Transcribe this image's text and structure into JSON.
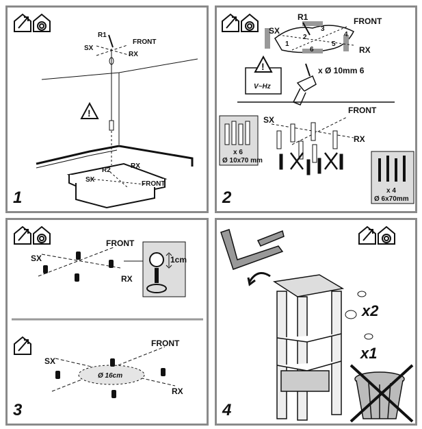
{
  "panels": [
    {
      "step": "1",
      "labels": {
        "r1": "R1",
        "sx": "SX",
        "front": "FRONT",
        "rx": "RX",
        "r2": "R2",
        "rx_low": "RX",
        "sx_low": "SX",
        "front_low": "FRONT"
      }
    },
    {
      "step": "2",
      "labels": {
        "r1": "R1",
        "sx": "SX",
        "front": "FRONT",
        "rx": "RX",
        "n1": "1",
        "n2": "2",
        "n3": "3",
        "n4": "4",
        "n5": "5",
        "n6": "6",
        "voltage": "V~Hz",
        "drill": "x Ø 10mm 6",
        "sx2": "SX",
        "front2": "FRONT",
        "rx2": "RX",
        "plugs_count": "x 6",
        "plugs_size": "Ø 10x70 mm",
        "screws_count": "x 4",
        "screws_size": "Ø 6x70mm"
      }
    },
    {
      "step": "3",
      "labels": {
        "front": "FRONT",
        "sx": "SX",
        "rx": "RX",
        "gap": "1cm",
        "front2": "FRONT",
        "sx2": "SX",
        "rx2": "RX",
        "diameter": "Ø 16cm"
      }
    },
    {
      "step": "4",
      "labels": {
        "x2": "x2",
        "x1": "x1"
      }
    }
  ],
  "icons": [
    "house-arrow-icon",
    "house-spiral-icon",
    "warning-triangle-icon",
    "drill-icon",
    "wall-plug-icon",
    "screw-icon",
    "bracket-icon",
    "trash-bin-icon"
  ]
}
